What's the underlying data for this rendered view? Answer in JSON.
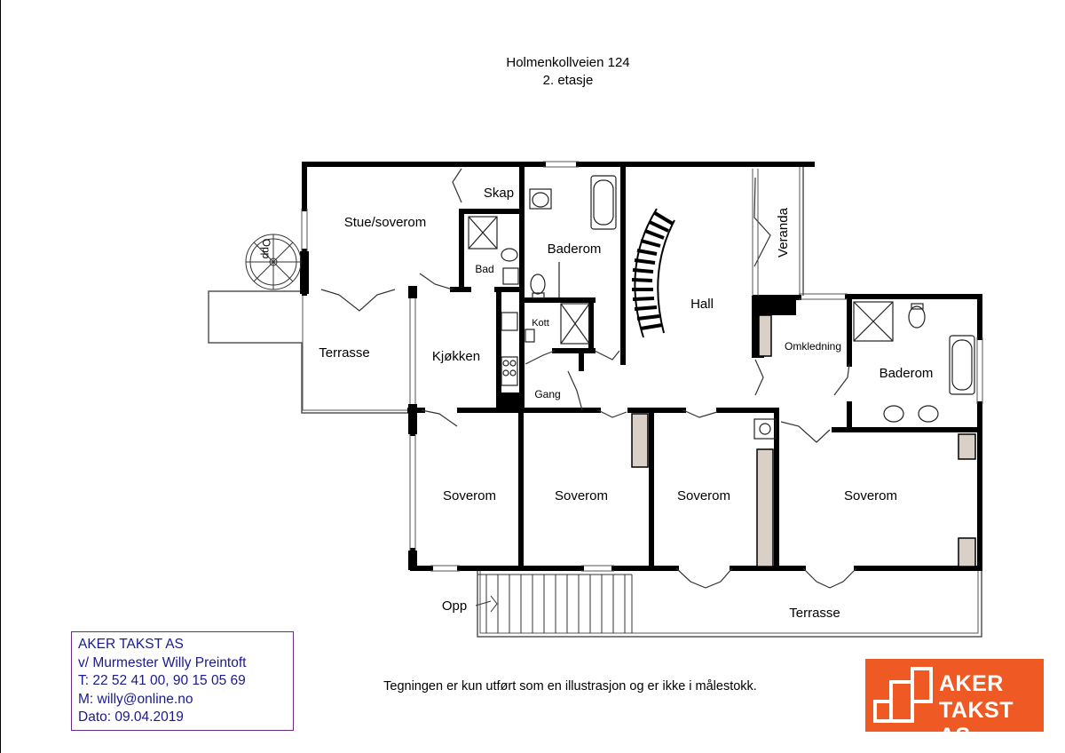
{
  "header": {
    "address": "Holmenkollveien 124",
    "floor": "2. etasje"
  },
  "rooms": {
    "stue_soverom": "Stue/soverom",
    "skap": "Skap",
    "bad": "Bad",
    "baderom_1": "Baderom",
    "hall": "Hall",
    "veranda": "Veranda",
    "kott": "Kott",
    "terrasse_west": "Terrasse",
    "kjokken": "Kjøkken",
    "gang": "Gang",
    "omkledning": "Omkledning",
    "baderom_2": "Baderom",
    "soverom_1": "Soverom",
    "soverom_2": "Soverom",
    "soverom_3": "Soverom",
    "soverom_4": "Soverom",
    "terrasse_south": "Terrasse",
    "opp_spiral": "Opp",
    "opp_stairs": "Opp"
  },
  "contact": {
    "company": "AKER TAKST AS",
    "name": "v/ Murmester Willy Preintoft",
    "phone": "T: 22 52 41 00, 90 15 05 69",
    "email": "M: willy@online.no",
    "date": "Dato: 09.04.2019"
  },
  "disclaimer": "Tegningen er kun utført som en illustrasjon og er ikke i målestokk.",
  "logo": {
    "line1": "AKER",
    "line2": "TAKST AS",
    "color": "#ef5a24"
  },
  "colors": {
    "wall": "#000000",
    "closet_fill": "#d9d0c7",
    "contact_border": "#6c2a82",
    "contact_text": "#1a1a8c"
  }
}
